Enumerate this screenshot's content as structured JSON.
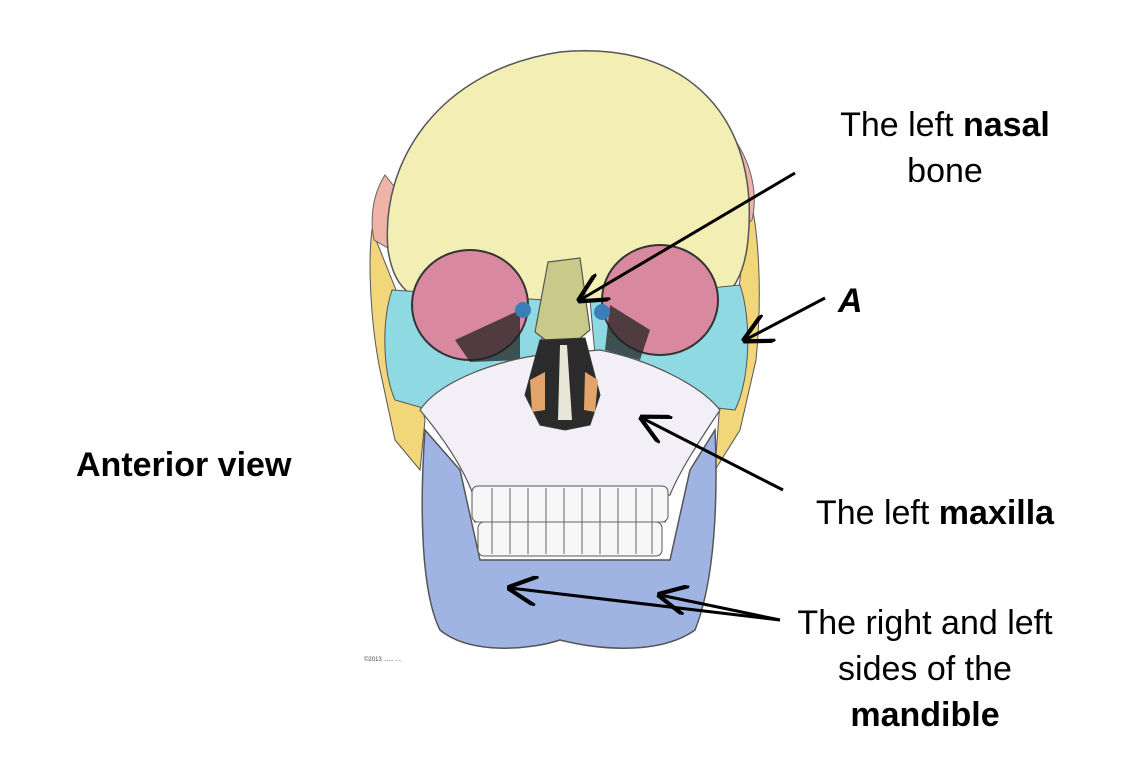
{
  "view_label": "Anterior view",
  "labels": {
    "nasal": {
      "line1_prefix": "The left ",
      "line1_bold": "nasal",
      "line2": "bone"
    },
    "unknown": "A",
    "maxilla": {
      "prefix": "The left ",
      "bold": "maxilla"
    },
    "mandible": {
      "line1": "The right and left",
      "line2": "sides of the",
      "line3_bold": "mandible"
    }
  },
  "copyright": "©2013 ...... ....",
  "colors": {
    "frontal": "#f3efb4",
    "zygomatic": "#8fd9e3",
    "maxilla": "#f2f0f6",
    "mandible": "#9fb4e2",
    "nasal": "#c9c98a",
    "temporal": "#f1d67a",
    "orbit_pink": "#d9899f",
    "parietal_pink": "#f0b3a8"
  }
}
